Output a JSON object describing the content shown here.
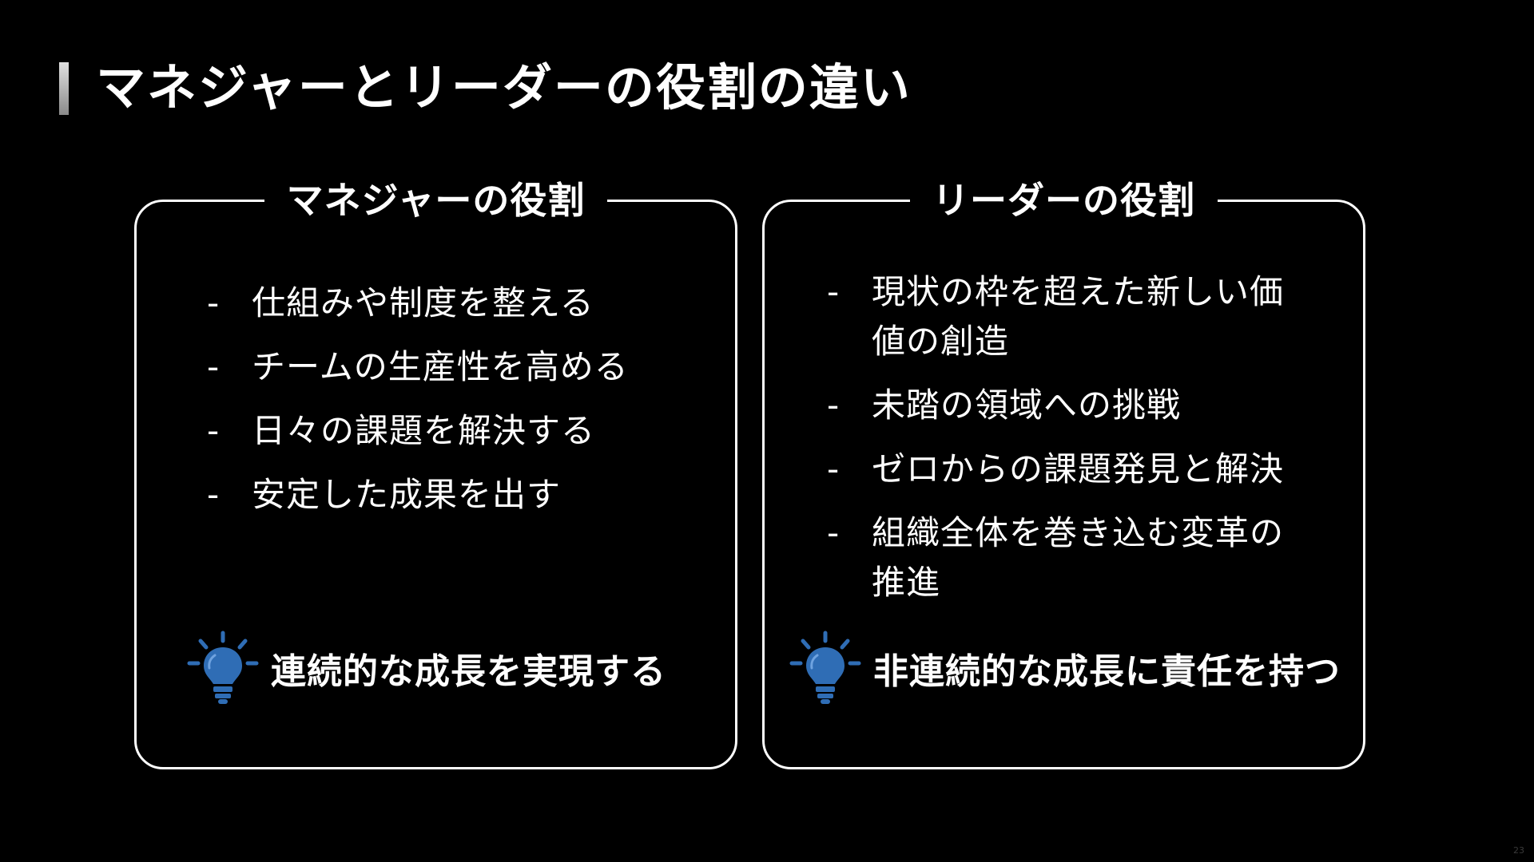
{
  "slide": {
    "title": "マネジャーとリーダーの役割の違い",
    "page_number": "23"
  },
  "manager": {
    "heading": "マネジャーの役割",
    "items": [
      "仕組みや制度を整える",
      "チームの生産性を高める",
      "日々の課題を解決する",
      "安定した成果を出す"
    ],
    "callout": "連続的な成長を実現する",
    "callout_icon": "lightbulb-icon"
  },
  "leader": {
    "heading": "リーダーの役割",
    "items": [
      "現状の枠を超えた新しい価値の創造",
      "未踏の領域への挑戦",
      "ゼロからの課題発見と解決",
      "組織全体を巻き込む変革の推進"
    ],
    "callout": "非連続的な成長に責任を持つ",
    "callout_icon": "lightbulb-icon"
  },
  "bullet_marker": "-",
  "colors": {
    "background": "#000000",
    "text": "#ffffff",
    "icon_blue": "#2f6db5"
  }
}
